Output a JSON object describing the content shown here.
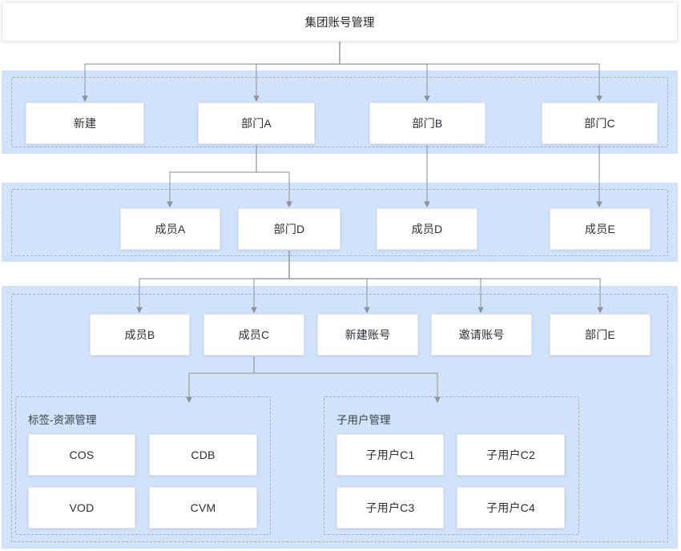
{
  "header": {
    "title": "集团账号管理"
  },
  "palette": {
    "band_blue": "#d1e2fb",
    "node_border": "#e3e6eb",
    "dash_border": "#a8adb5",
    "connector": "#9aa0a6",
    "text": "#2b2f36",
    "page_bg": "#ffffff"
  },
  "bands": [
    {
      "name": "level-1-band"
    },
    {
      "name": "level-2-band"
    },
    {
      "name": "level-3-band"
    }
  ],
  "level1": {
    "nodes": [
      {
        "label": "新建"
      },
      {
        "label": "部门A"
      },
      {
        "label": "部门B"
      },
      {
        "label": "部门C"
      }
    ]
  },
  "level2": {
    "nodes": [
      {
        "label": "成员A"
      },
      {
        "label": "部门D"
      },
      {
        "label": "成员D"
      },
      {
        "label": "成员E"
      }
    ]
  },
  "level3": {
    "nodes": [
      {
        "label": "成员B"
      },
      {
        "label": "成员C"
      },
      {
        "label": "新建账号"
      },
      {
        "label": "邀请账号"
      },
      {
        "label": "部门E"
      }
    ]
  },
  "groups": [
    {
      "title": "标签-资源管理",
      "items": [
        {
          "label": "COS"
        },
        {
          "label": "CDB"
        },
        {
          "label": "VOD"
        },
        {
          "label": "CVM"
        }
      ]
    },
    {
      "title": "子用户管理",
      "items": [
        {
          "label": "子用户C1"
        },
        {
          "label": "子用户C2"
        },
        {
          "label": "子用户C3"
        },
        {
          "label": "子用户C4"
        }
      ]
    }
  ]
}
